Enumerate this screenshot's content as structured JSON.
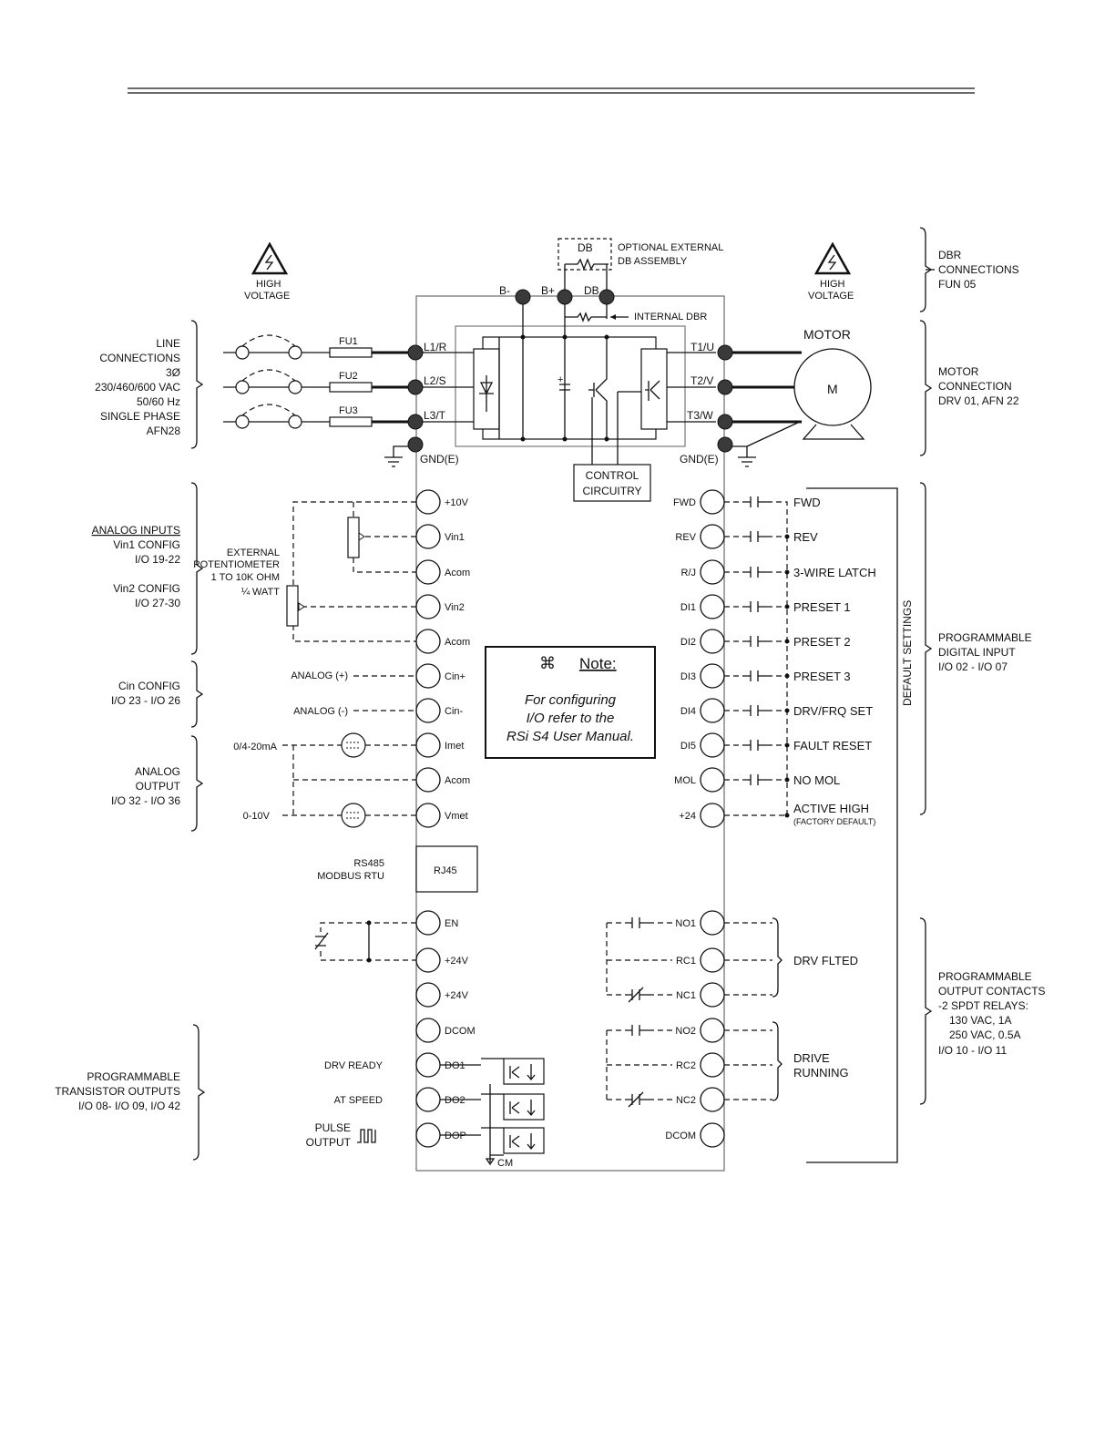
{
  "power": {
    "db": "DB",
    "optional_db": [
      "OPTIONAL EXTERNAL",
      "DB ASSEMBLY"
    ],
    "internal_dbr": "INTERNAL DBR",
    "bus": {
      "bminus": "B-",
      "bplus": "B+",
      "db": "DB"
    },
    "high_voltage": [
      "HIGH",
      "VOLTAGE"
    ],
    "dbr_connections": [
      "DBR",
      "CONNECTIONS",
      "FUN 05"
    ],
    "line_connections": [
      "LINE",
      "CONNECTIONS",
      "3Ø",
      "230/460/600 VAC",
      "50/60 Hz",
      "SINGLE PHASE",
      "AFN28"
    ],
    "fuses": [
      "FU1",
      "FU2",
      "FU3"
    ],
    "inputs": [
      "L1/R",
      "L2/S",
      "L3/T"
    ],
    "outputs": [
      "T1/U",
      "T2/V",
      "T3/W"
    ],
    "gnd": "GND(E)",
    "motor_title": "MOTOR",
    "motor_letter": "M",
    "motor_connection": [
      "MOTOR",
      "CONNECTION",
      "DRV 01, AFN 22"
    ],
    "control_circuitry": [
      "CONTROL",
      "CIRCUITRY"
    ]
  },
  "left_io": {
    "terminals": [
      "+10V",
      "Vin1",
      "Acom",
      "Vin2",
      "Acom",
      "Cin+",
      "Cin-",
      "Imet",
      "Acom",
      "Vmet"
    ],
    "analog_inputs_title": "ANALOG INPUTS",
    "vin1_config": [
      "Vin1 CONFIG",
      "I/O 19-22"
    ],
    "vin2_config": [
      "Vin2 CONFIG",
      "I/O 27-30"
    ],
    "potentiometer": [
      "EXTERNAL",
      "POTENTIOMETER",
      "1 TO 10K OHM",
      "¼ WATT"
    ],
    "analog_plus": "ANALOG (+)",
    "analog_minus": "ANALOG (-)",
    "cin_config": [
      "Cin CONFIG",
      "I/O 23 - I/O 26"
    ],
    "analog_output": [
      "ANALOG",
      "OUTPUT",
      "I/O 32 - I/O 36"
    ],
    "ma_range": "0/4-20mA",
    "v_range": "0-10V",
    "rs485": [
      "RS485",
      "MODBUS RTU"
    ],
    "rj45": "RJ45",
    "lower_terminals": [
      "EN",
      "+24V",
      "+24V",
      "DCOM",
      "DO1",
      "DO2",
      "DOP"
    ],
    "drv_ready": "DRV READY",
    "at_speed": "AT SPEED",
    "pulse_output": [
      "PULSE",
      "OUTPUT"
    ],
    "transistor_outputs": [
      "PROGRAMMABLE",
      "TRANSISTOR OUTPUTS",
      "I/O 08- I/O 09, I/O 42"
    ],
    "cm": "CM"
  },
  "right_io": {
    "terminals": [
      "FWD",
      "REV",
      "R/J",
      "DI1",
      "DI2",
      "DI3",
      "DI4",
      "DI5",
      "MOL",
      "+24"
    ],
    "functions": [
      "FWD",
      "REV",
      "3-WIRE LATCH",
      "PRESET 1",
      "PRESET 2",
      "PRESET 3",
      "DRV/FRQ SET",
      "FAULT RESET",
      "NO MOL",
      "ACTIVE HIGH"
    ],
    "factory_default": "(FACTORY DEFAULT)",
    "default_settings": "DEFAULT SETTINGS",
    "digital_input": [
      "PROGRAMMABLE",
      "DIGITAL INPUT",
      "I/O 02 - I/O 07"
    ],
    "relay_terminals": [
      "NO1",
      "RC1",
      "NC1",
      "NO2",
      "RC2",
      "NC2",
      "DCOM"
    ],
    "drv_flted": "DRV FLTED",
    "drive_running": [
      "DRIVE",
      "RUNNING"
    ],
    "output_contacts": [
      "PROGRAMMABLE",
      "OUTPUT CONTACTS",
      "-2 SPDT RELAYS:",
      "130 VAC, 1A",
      "250 VAC, 0.5A",
      "I/O 10 - I/O 11"
    ]
  },
  "note": {
    "symbol": "⌘",
    "title": "Note:",
    "lines": [
      "For configuring",
      "I/O refer to the",
      "RSi S4 User Manual."
    ]
  }
}
